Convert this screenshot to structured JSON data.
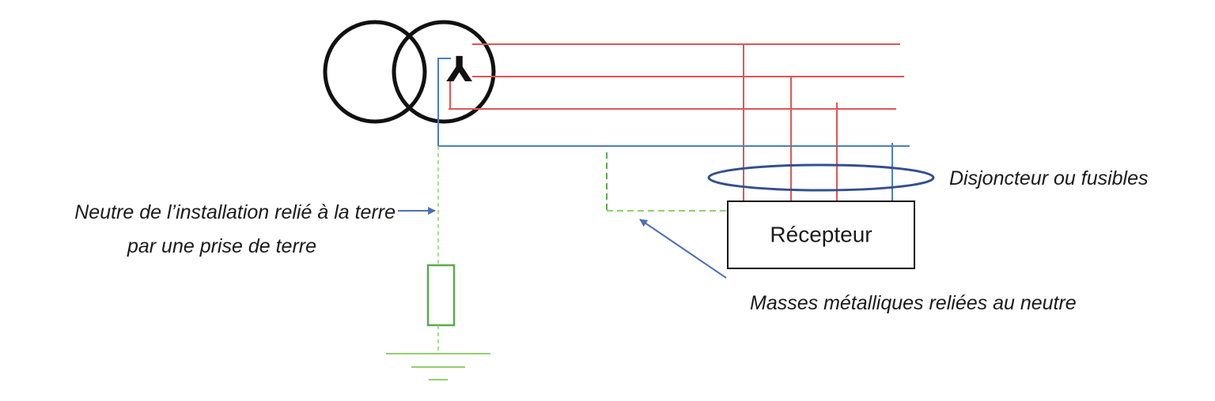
{
  "labels": {
    "breaker": "Disjoncteur ou fusibles",
    "neutral_line1": "Neutre de l’installation relié à la terre",
    "neutral_line2": "par une prise de terre",
    "receiver": "Récepteur",
    "masses": "Masses métalliques reliées au neutre"
  },
  "icons": {
    "star_winding": "⅄"
  },
  "colors": {
    "phase": "#e05555",
    "neutral": "#4a7fc1",
    "earth": "#8fd070",
    "earth_resistor": "#5aaa4a",
    "breaker_ring": "#33508f",
    "arrow": "#4a70b8",
    "winding": "#111111"
  }
}
